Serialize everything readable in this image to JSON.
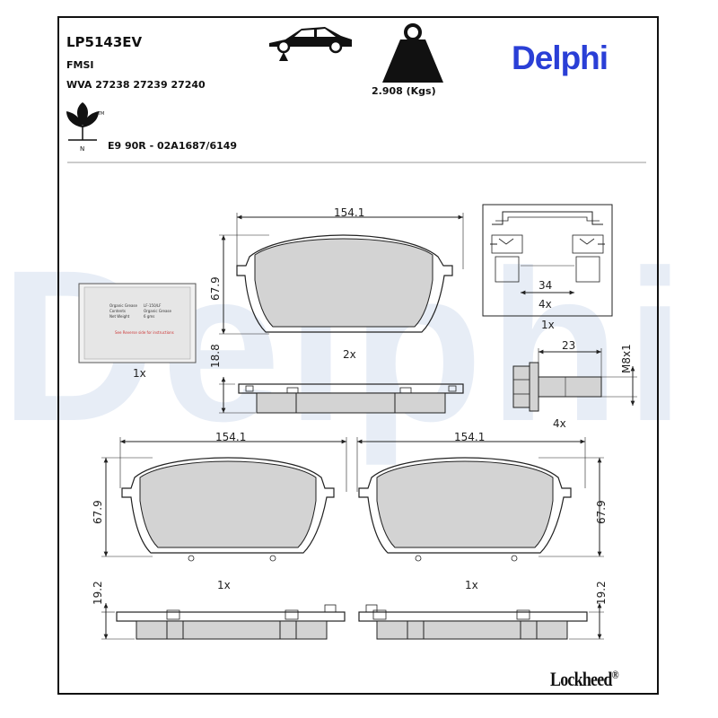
{
  "brand": {
    "name": "Delphi",
    "watermark": "Delphi",
    "footer_brand": "Lockheed",
    "footer_mark": "®"
  },
  "header": {
    "part_number": "LP5143EV",
    "fmsi_label": "FMSI",
    "wva": "WVA 27238 27239 27240",
    "weight": "2.908 (Kgs)",
    "approval": "E9 90R - 02A1687/6149",
    "eco_label": "N",
    "eco_tm": "TM"
  },
  "colors": {
    "brand_blue": "#2a3fd6",
    "watermark": "#dfe7f4",
    "pad_fill": "#d3d3d3",
    "line": "#222222"
  },
  "icons": [
    "car-position-icon",
    "weight-icon",
    "eco-leaf-icon"
  ],
  "dimensions": {
    "top_pad_width": "154.1",
    "top_pad_height": "67.9",
    "top_pad_thickness": "18.8",
    "left_pad_width": "154.1",
    "left_pad_height": "67.9",
    "left_pad_thickness": "19.2",
    "right_pad_width": "154.1",
    "right_pad_height": "67.9",
    "right_pad_thickness": "19.2",
    "clip_width": "34",
    "bolt_length": "23",
    "bolt_thread": "M8x1"
  },
  "quantities": {
    "top_pad": "2x",
    "sachet": "1x",
    "clip_kit": "1x",
    "clip_count": "4x",
    "bolt": "4x",
    "left_pad": "1x",
    "right_pad": "1x"
  },
  "sachet": {
    "lines": [
      "Organic Grease",
      "Contents",
      "Net Weight"
    ],
    "values": [
      "LF-150/LF",
      "Organic Grease",
      "6 gms"
    ],
    "footer": "See Reverse side for instructions"
  }
}
